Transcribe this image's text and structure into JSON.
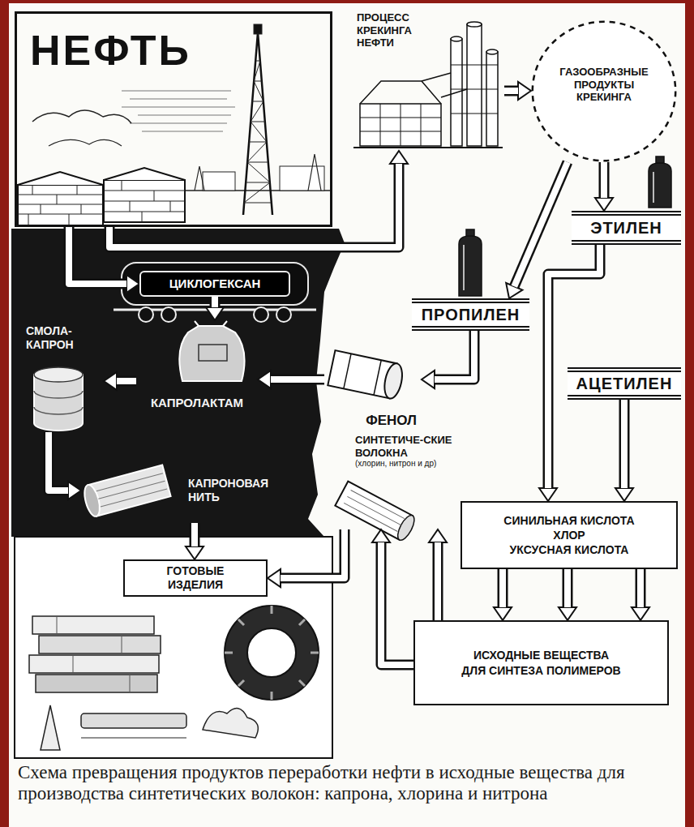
{
  "diagram": {
    "caption": "Схема превращения продуктов переработки нефти в исходные вещества для производства синтетических волокон: капрона, хлорина и нитрона",
    "nodes": [
      {
        "text": [
          "НЕФТЬ"
        ]
      },
      {
        "text": [
          "ПРОЦЕСС КРЕКИНГА НЕФТИ"
        ]
      },
      {
        "text": [
          "ГАЗООБРАЗНЫЕ ПРОДУКТЫ КРЕКИНГА"
        ]
      },
      {
        "text": [
          "ЭТИЛЕН"
        ]
      },
      {
        "text": [
          "ЦИКЛОГЕКСАН"
        ]
      },
      {
        "text": [
          "ПРОПИЛЕН"
        ]
      },
      {
        "text": [
          "СМОЛА-КАПРОН"
        ]
      },
      {
        "text": [
          "КАПРОЛАКТАМ"
        ]
      },
      {
        "text": [
          "ФЕНОЛ"
        ]
      },
      {
        "text": [
          "АЦЕТИЛЕН"
        ]
      },
      {
        "text": [
          "СИНТЕТИЧЕ-СКИЕ ВОЛОКНА",
          "(хлорин, нитрон и др)"
        ]
      },
      {
        "text": [
          "КАПРОНОВАЯ НИТЬ"
        ]
      },
      {
        "text": [
          "СИНИЛЬНАЯ КИСЛОТА",
          "ХЛОР",
          "УКСУСНАЯ КИСЛОТА"
        ]
      },
      {
        "text": [
          "ГОТОВЫЕ ИЗДЕЛИЯ"
        ]
      },
      {
        "text": [
          "ИСХОДНЫЕ ВЕЩЕСТВА ДЛЯ СИНТЕЗА ПОЛИМЕРОВ"
        ]
      }
    ],
    "edges": [
      {
        "from": 0,
        "to": 1,
        "arrow": "to"
      },
      {
        "from": 1,
        "to": 2,
        "arrow": "to"
      },
      {
        "from": 2,
        "to": 3,
        "arrow": "to"
      },
      {
        "from": 2,
        "to": 5,
        "arrow": "to"
      },
      {
        "from": 0,
        "to": 4,
        "arrow": "to"
      },
      {
        "from": 4,
        "to": 7,
        "arrow": "to"
      },
      {
        "from": 5,
        "to": 8,
        "arrow": "to"
      },
      {
        "from": 8,
        "to": 7,
        "arrow": "to"
      },
      {
        "from": 7,
        "to": 6,
        "arrow": "to"
      },
      {
        "from": 6,
        "to": 11,
        "arrow": "to"
      },
      {
        "from": 11,
        "to": 13,
        "arrow": "to"
      },
      {
        "from": 3,
        "to": 12,
        "arrow": "to"
      },
      {
        "from": 9,
        "to": 12,
        "arrow": "to"
      },
      {
        "from": 12,
        "to": 14,
        "arrow": "to"
      },
      {
        "from": 12,
        "to": 14,
        "arrow": "to"
      },
      {
        "from": 12,
        "to": 14,
        "arrow": "to"
      },
      {
        "from": 14,
        "to": 10,
        "arrow": "to"
      },
      {
        "from": 14,
        "to": 10,
        "arrow": "to"
      },
      {
        "from": 10,
        "to": 13,
        "arrow": "to"
      }
    ]
  }
}
